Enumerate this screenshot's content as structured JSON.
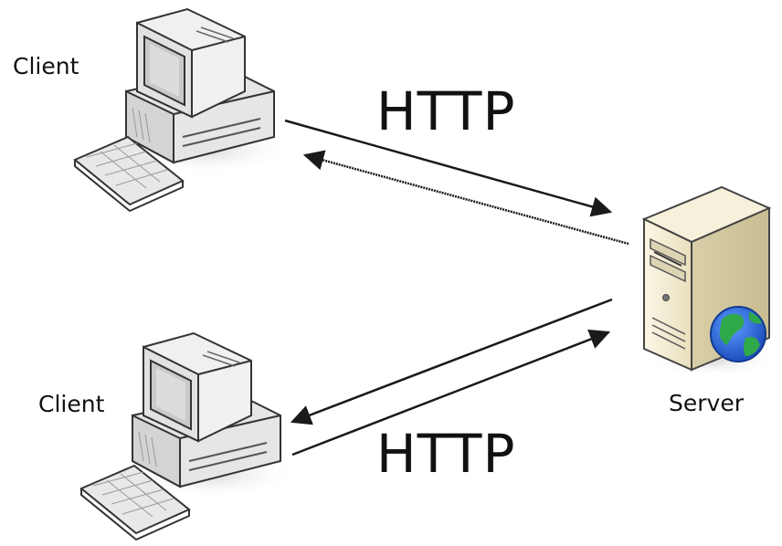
{
  "diagram": {
    "nodes": [
      {
        "id": "client_top",
        "label": "Client"
      },
      {
        "id": "client_bottom",
        "label": "Client"
      },
      {
        "id": "server",
        "label": "Server"
      }
    ],
    "connections": [
      {
        "label": "HTTP",
        "between": [
          "client_top",
          "server"
        ]
      },
      {
        "label": "HTTP",
        "between": [
          "client_bottom",
          "server"
        ]
      }
    ]
  },
  "colors": {
    "arrow": "#1a1a1a",
    "monitor_body": "#eeeeee",
    "monitor_outline": "#333333",
    "server_body": "#efe7cc",
    "globe_ocean": "#1f5fd6",
    "globe_land": "#2fa84a"
  }
}
